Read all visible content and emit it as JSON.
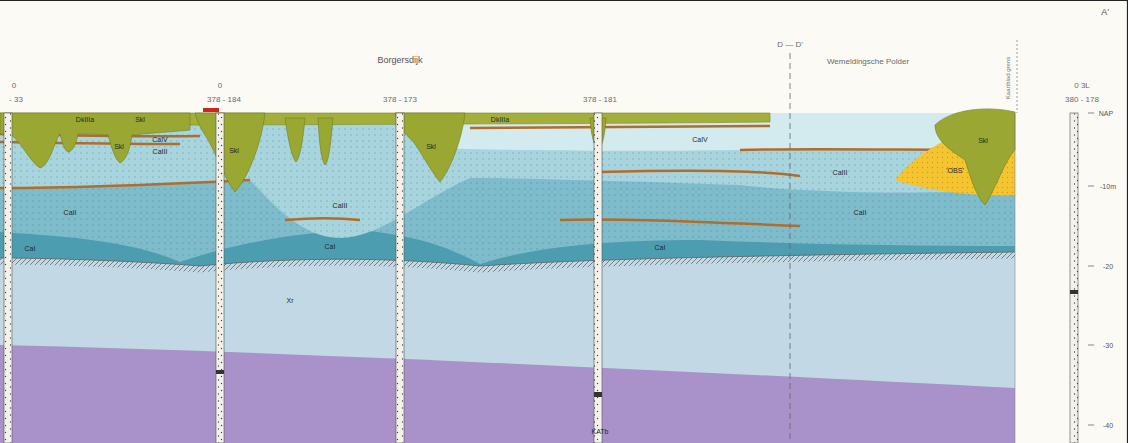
{
  "diagram": {
    "labels": [
      "A'",
      "0",
      "- 33",
      "0",
      "378 - 184",
      "378 - 173",
      "378 - 181",
      "Borgersdijk",
      "D — D'",
      "Wemeldingsche Polder",
      "Kaartblad grens",
      "0 3L",
      "380 - 178",
      "NAP",
      "-10m",
      "-20",
      "-30",
      "-40",
      "DkIIIa",
      "Skl",
      "Skl",
      "CaIV",
      "CaIII",
      "DkIIIa",
      "Skl",
      "Skl",
      "CaIV",
      "CaIII",
      "CaII",
      "CaI",
      "CaI",
      "CaI",
      "CaIII",
      "CaII",
      "'OBS'",
      "Skl",
      "Xr",
      "KATb"
    ]
  }
}
